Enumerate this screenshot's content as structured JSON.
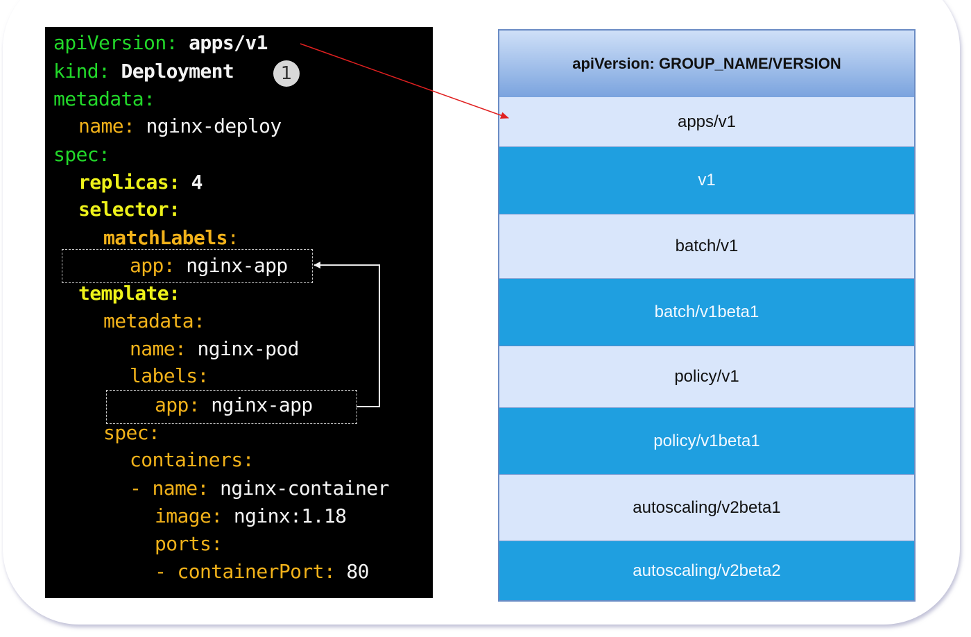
{
  "yaml": {
    "lines": [
      {
        "key": "apiVersion",
        "value": "apps/v1"
      },
      {
        "key": "kind",
        "value": "Deployment"
      },
      {
        "key": "metadata",
        "value": ""
      },
      {
        "key": "name",
        "value": "nginx-deploy"
      },
      {
        "key": "spec",
        "value": ""
      },
      {
        "key": "replicas",
        "value": "4"
      },
      {
        "key": "selector",
        "value": ""
      },
      {
        "key": "matchLabels",
        "value": ""
      },
      {
        "key": "app",
        "value": "nginx-app"
      },
      {
        "key": "template",
        "value": ""
      },
      {
        "key": "metadata",
        "value": ""
      },
      {
        "key": "name",
        "value": "nginx-pod"
      },
      {
        "key": "labels",
        "value": ""
      },
      {
        "key": "app",
        "value": "nginx-app"
      },
      {
        "key": "spec",
        "value": ""
      },
      {
        "key": "containers",
        "value": ""
      },
      {
        "key": "- name",
        "value": "nginx-container"
      },
      {
        "key": "image",
        "value": "nginx:1.18"
      },
      {
        "key": "ports",
        "value": ""
      },
      {
        "key": "- containerPort",
        "value": "80"
      }
    ],
    "badge": "1"
  },
  "api_table": {
    "header": "apiVersion: GROUP_NAME/VERSION",
    "rows": [
      "apps/v1",
      "v1",
      "batch/v1",
      "batch/v1beta1",
      "policy/v1",
      "policy/v1beta1",
      "autoscaling/v2beta1",
      "autoscaling/v2beta2"
    ]
  },
  "colors": {
    "yaml_top_key": "#22d82a",
    "yaml_spec_key": "#eef21a",
    "yaml_nested_key": "#f2b21a",
    "row_light": "#d9e6fb",
    "row_blue": "#1f9fe0",
    "arrow": "#e02020"
  }
}
